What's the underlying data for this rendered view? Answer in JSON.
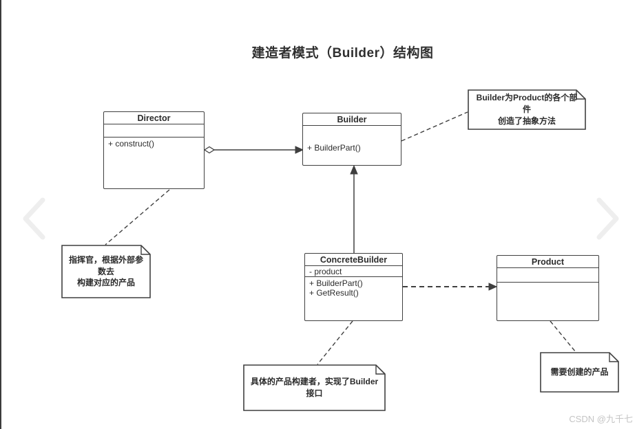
{
  "page": {
    "title": "建造者模式（Builder）结构图",
    "watermark": "CSDN @九千七"
  },
  "colors": {
    "line": "#3f3f3f",
    "box_border": "#3f3f3f",
    "text": "#2b2b2b",
    "chevron": "#eeeeee",
    "watermark": "#c4c4c4",
    "background": "#ffffff"
  },
  "classes": {
    "director": {
      "name": "Director",
      "attributes": [],
      "methods": [
        "+ construct()"
      ]
    },
    "builder": {
      "name": "Builder",
      "methods": [
        "+ BuilderPart()"
      ]
    },
    "concrete_builder": {
      "name": "ConcreteBuilder",
      "attributes": [
        "- product"
      ],
      "methods": [
        "+ BuilderPart()",
        "+ GetResult()"
      ]
    },
    "product": {
      "name": "Product",
      "attributes": [],
      "methods": []
    }
  },
  "notes": {
    "builder_note": "Builder为Product的各个部件\n创造了抽象方法",
    "director_note": "指挥官，根据外部参数去\n构建对应的产品",
    "concrete_builder_note": "具体的产品构建者，实现了Builder接口",
    "product_note": "需要创建的产品"
  },
  "relationships": {
    "director_builder": "aggregation",
    "concretebuilder_builder": "generalization",
    "concretebuilder_product": "dependency"
  }
}
